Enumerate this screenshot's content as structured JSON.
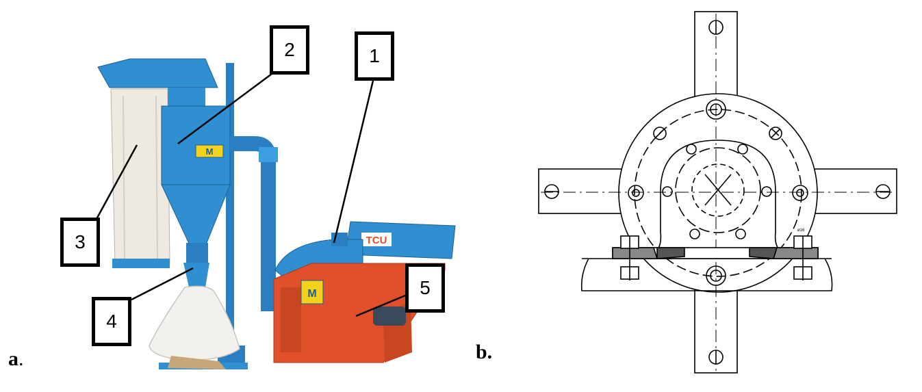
{
  "panels": {
    "a": {
      "label": "a",
      "label_suffix": "."
    },
    "b": {
      "label": "b."
    }
  },
  "callouts": [
    "1",
    "2",
    "3",
    "4",
    "5"
  ],
  "machine": {
    "brand_plate": "TCU",
    "badge_text": "M",
    "colors": {
      "body": "#2f8fd1",
      "guard": "#e0502a",
      "bag": "#eeeae2",
      "hose": "#2a7fc2"
    }
  },
  "drawing": {
    "tiny_mark": "ø16"
  }
}
